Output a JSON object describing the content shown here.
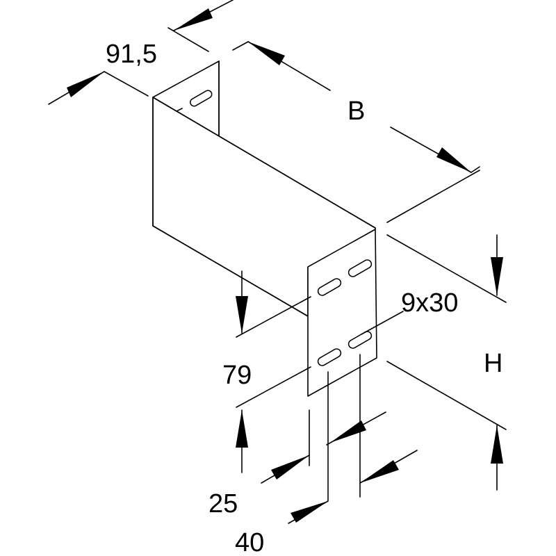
{
  "drawing": {
    "dimensions": {
      "depth": "91,5",
      "width": "B",
      "height": "H",
      "flange": "79",
      "slot_size": "9x30",
      "slot_offset": "25",
      "slot_pitch": "40"
    }
  }
}
